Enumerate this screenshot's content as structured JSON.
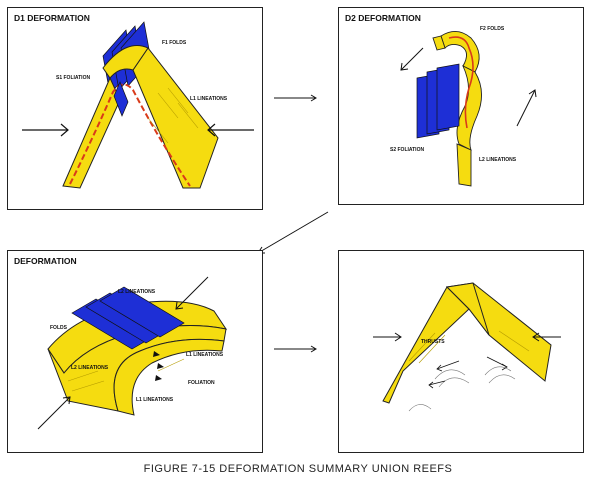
{
  "panels": {
    "d1": {
      "title": "D1 DEFORMATION",
      "labels": {
        "f1_folds": "F1 FOLDS",
        "s1_foliation": "S1 FOLIATION",
        "l1_lineations": "L1 LINEATIONS"
      }
    },
    "d2": {
      "title": "D2 DEFORMATION",
      "labels": {
        "f2_folds": "F2 FOLDS",
        "s2_foliation": "S2 FOLIATION",
        "l2_lineations": "L2 LINEATIONS"
      }
    },
    "d3": {
      "title": "DEFORMATION",
      "labels": {
        "l2_lineations_top": "L2 LINEATIONS",
        "folds": "FOLDS",
        "l2_lineations_mid": "L2 LINEATIONS",
        "l1_lineations_right": "L1 LINEATIONS",
        "foliation": "FOLIATION",
        "l1_lineations_bottom": "L1 LINEATIONS"
      }
    },
    "d4": {
      "labels": {
        "thrusts": "THRUSTS"
      }
    }
  },
  "caption": "FIGURE 7-15 DEFORMATION SUMMARY UNION REEFS",
  "colors": {
    "rock": "#f5dc10",
    "plane": "#1e2fd6",
    "vein": "#d93a1a",
    "outline": "#222222"
  }
}
